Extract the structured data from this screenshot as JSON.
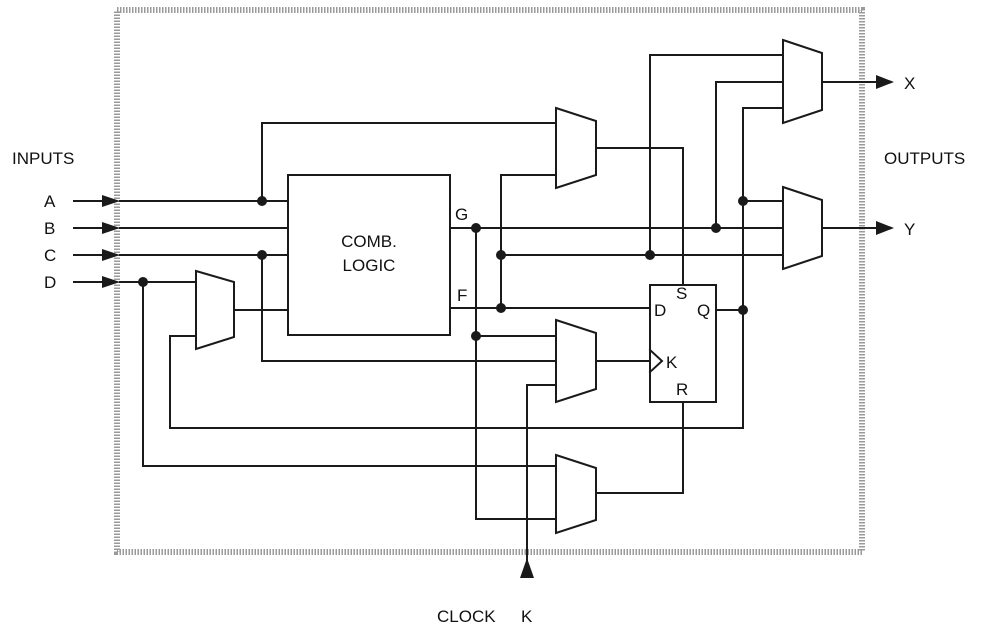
{
  "labels": {
    "inputs_heading": "INPUTS",
    "outputs_heading": "OUTPUTS",
    "input_a": "A",
    "input_b": "B",
    "input_c": "C",
    "input_d": "D",
    "comb_line1": "COMB.",
    "comb_line2": "LOGIC",
    "signal_g": "G",
    "signal_f": "F",
    "ff_s": "S",
    "ff_d": "D",
    "ff_q": "Q",
    "ff_k": "K",
    "ff_r": "R",
    "output_x": "X",
    "output_y": "Y",
    "clock": "CLOCK",
    "clock_k": "K"
  },
  "colors": {
    "line": "#1a1a1a",
    "border": "#9a9a9a",
    "background": "#ffffff"
  }
}
